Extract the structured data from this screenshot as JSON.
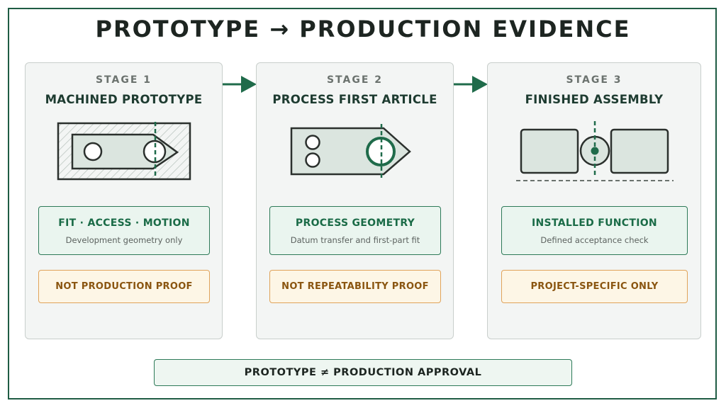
{
  "title": "PROTOTYPE → PRODUCTION EVIDENCE",
  "stages": [
    {
      "label": "STAGE 1",
      "title": "MACHINED PROTOTYPE",
      "scope_title": "FIT · ACCESS · MOTION",
      "scope_sub": "Development geometry only",
      "caveat": "NOT PRODUCTION PROOF"
    },
    {
      "label": "STAGE 2",
      "title": "PROCESS FIRST ARTICLE",
      "scope_title": "PROCESS GEOMETRY",
      "scope_sub": "Datum transfer and first-part fit",
      "caveat": "NOT REPEATABILITY PROOF"
    },
    {
      "label": "STAGE 3",
      "title": "FINISHED ASSEMBLY",
      "scope_title": "INSTALLED FUNCTION",
      "scope_sub": "Defined acceptance check",
      "caveat": "PROJECT-SPECIFIC ONLY"
    }
  ],
  "footer": "PROTOTYPE ≠ PRODUCTION APPROVAL",
  "colors": {
    "accent_green": "#1f6b4a",
    "caveat_orange": "#e0a35a",
    "frame": "#1f5c44",
    "panel_bg": "#f3f5f4"
  }
}
